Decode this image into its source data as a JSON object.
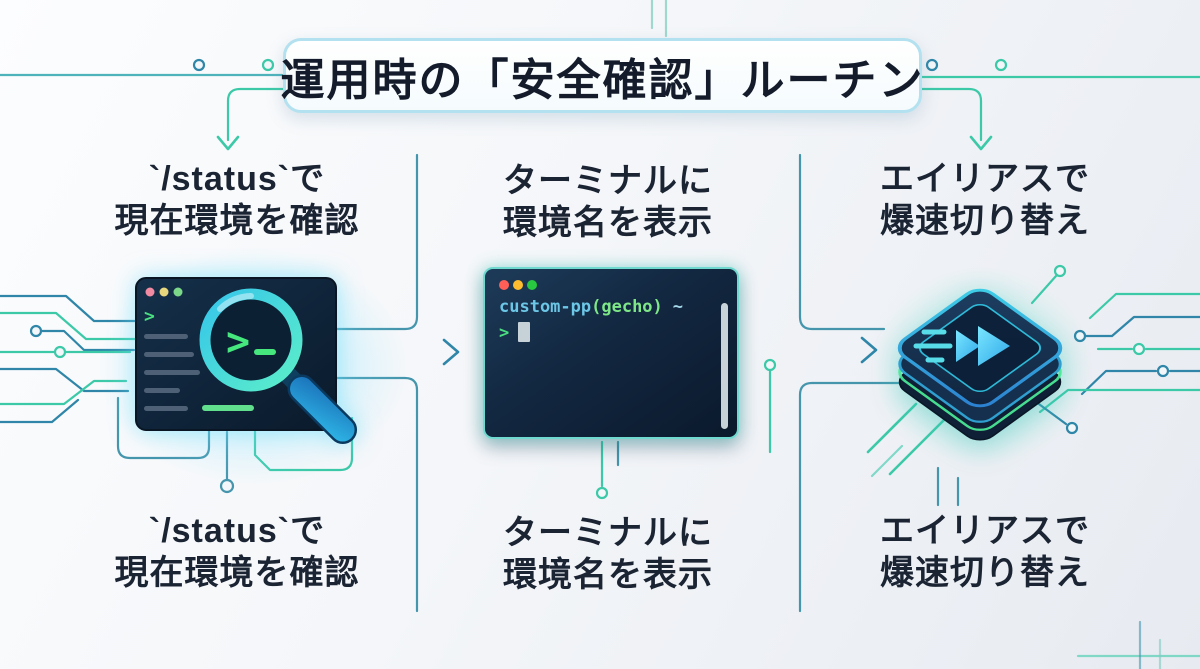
{
  "title": "運用時の「安全確認」ルーチン",
  "steps": [
    {
      "line1": "`/status`で",
      "line2": "現在環境を確認"
    },
    {
      "line1": "ターミナルに",
      "line2": "環境名を表示"
    },
    {
      "line1": "エイリアスで",
      "line2": "爆速切り替え"
    }
  ],
  "terminal": {
    "host_segment": "custom-pp",
    "env_segment": "(gecho)",
    "suffix_segment": "~",
    "prompt_symbol": ">",
    "traffic_lights": [
      "#ff5f57",
      "#febc2e",
      "#28c840"
    ]
  },
  "left_icon": {
    "window_prompt": ">",
    "lens_prompt": ">",
    "traffic_lights": [
      "#f28ba2",
      "#e9d77e",
      "#7bd889"
    ]
  },
  "colors": {
    "accent_teal": "#3cc9a8",
    "accent_blue": "#2f86a8",
    "divider_teal_blue": "#4596ad",
    "heading_text": "#1b2433",
    "title_border": "#b3e1ef",
    "terminal_bg": "#122740",
    "terminal_host": "#6cc7e6",
    "terminal_env": "#7ee787",
    "prompt_green": "#4ade80",
    "glow_cyan": "#54d8f0"
  }
}
